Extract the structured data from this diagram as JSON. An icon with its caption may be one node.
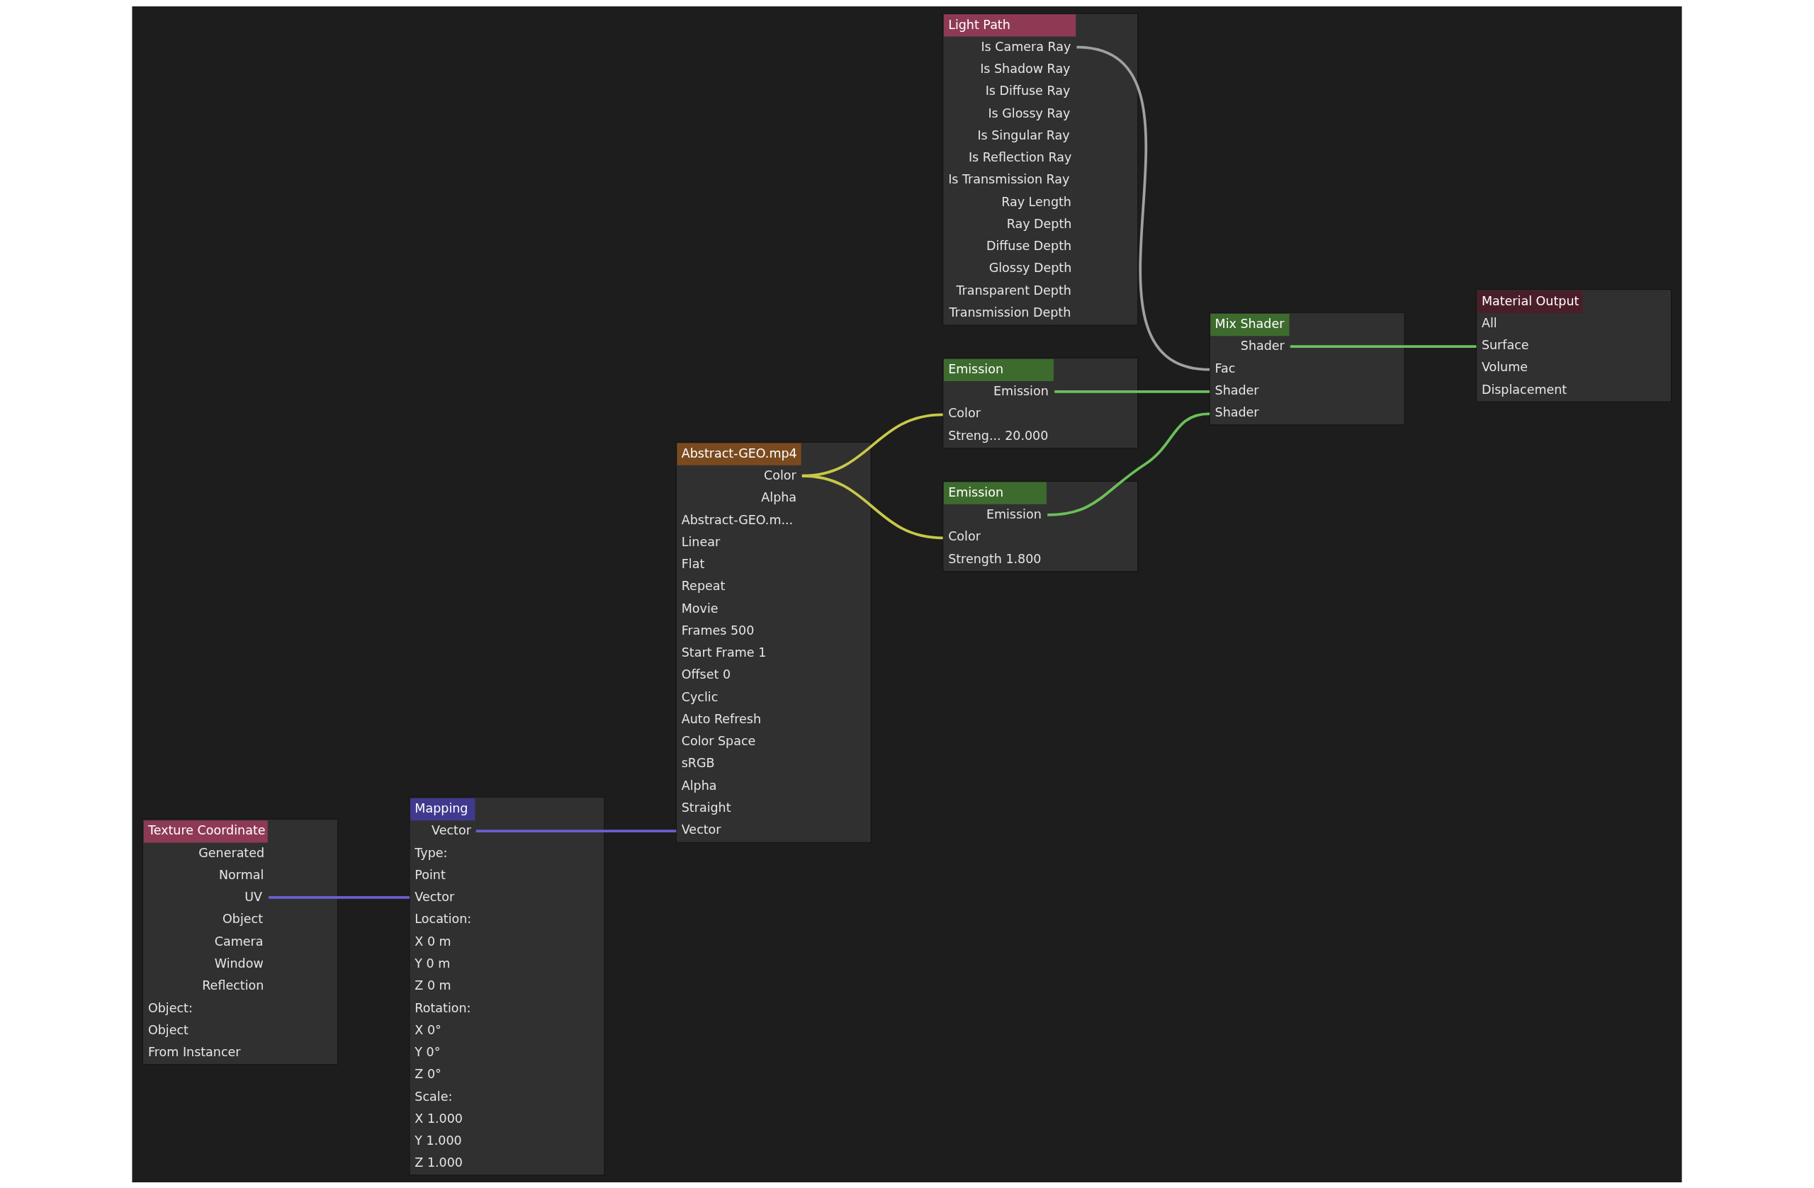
{
  "diagram": {
    "nodes": [
      {
        "text": [
          "Light Path",
          "Is Camera Ray",
          "Is Shadow Ray",
          "Is Diffuse Ray",
          "Is Glossy Ray",
          "Is Singular Ray",
          "Is Reflection Ray",
          "Is Transmission Ray",
          "Ray Length",
          "Ray Depth",
          "Diffuse Depth",
          "Glossy Depth",
          "Transparent Depth",
          "Transmission Depth"
        ]
      },
      {
        "text": [
          "Texture Coordinate",
          "Generated",
          "Normal",
          "UV",
          "Object",
          "Camera",
          "Window",
          "Reflection",
          "Object:",
          "Object",
          "From Instancer"
        ]
      },
      {
        "text": [
          "Mapping",
          "Vector",
          "Type:",
          "Point",
          "Vector",
          "Location:",
          "X 0 m",
          "Y 0 m",
          "Z 0 m",
          "Rotation:",
          "X 0°",
          "Y 0°",
          "Z 0°",
          "Scale:",
          "X 1.000",
          "Y 1.000",
          "Z 1.000"
        ]
      },
      {
        "text": [
          "Abstract-GEO.mp4",
          "Color",
          "Alpha",
          "Abstract-GEO.m...",
          "Linear",
          "Flat",
          "Repeat",
          "Movie",
          "Frames 500",
          "Start Frame 1",
          "Offset 0",
          "Cyclic",
          "Auto Refresh",
          "Color Space",
          "sRGB",
          "Alpha",
          "Straight",
          "Vector"
        ]
      },
      {
        "text": [
          "Emission",
          "Emission",
          "Color",
          "Streng... 20.000"
        ]
      },
      {
        "text": [
          "Emission",
          "Emission",
          "Color",
          "Strength 1.800"
        ]
      },
      {
        "text": [
          "Mix Shader",
          "Shader",
          "Fac",
          "Shader",
          "Shader"
        ]
      },
      {
        "text": [
          "Material Output",
          "All",
          "Surface",
          "Volume",
          "Displacement"
        ]
      }
    ],
    "edges": [
      {
        "from": 1,
        "to": 2,
        "arrow": "none",
        "color": "#6b5fd0"
      },
      {
        "from": 2,
        "to": 3,
        "arrow": "none",
        "color": "#6b5fd0"
      },
      {
        "from": 3,
        "to": 4,
        "arrow": "none",
        "color": "#c8c84a"
      },
      {
        "from": 3,
        "to": 5,
        "arrow": "none",
        "color": "#c8c84a"
      },
      {
        "from": 0,
        "to": 6,
        "arrow": "none",
        "color": "#a0a0a0"
      },
      {
        "from": 4,
        "to": 6,
        "arrow": "none",
        "color": "#6cc05a"
      },
      {
        "from": 5,
        "to": 6,
        "arrow": "none",
        "color": "#6cc05a"
      },
      {
        "from": 6,
        "to": 7,
        "arrow": "none",
        "color": "#6cc05a"
      }
    ]
  }
}
